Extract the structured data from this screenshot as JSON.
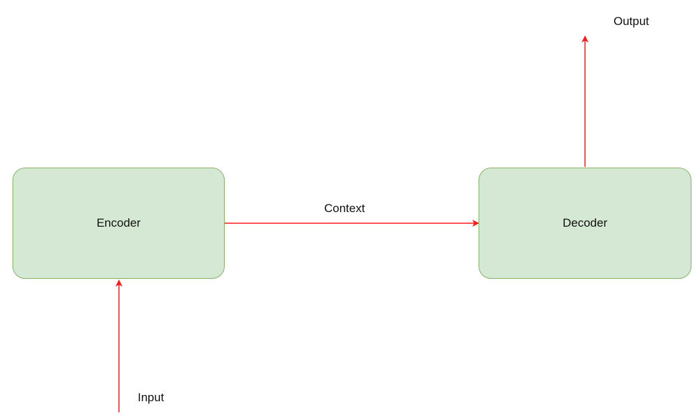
{
  "diagram": {
    "nodes": {
      "encoder": {
        "label": "Encoder"
      },
      "decoder": {
        "label": "Decoder"
      }
    },
    "edges": {
      "input": {
        "label": "Input"
      },
      "context": {
        "label": "Context"
      },
      "output": {
        "label": "Output"
      }
    },
    "colors": {
      "node_fill": "#d5e8d4",
      "node_border": "#82b366",
      "arrow": "#ff1a1a"
    }
  }
}
